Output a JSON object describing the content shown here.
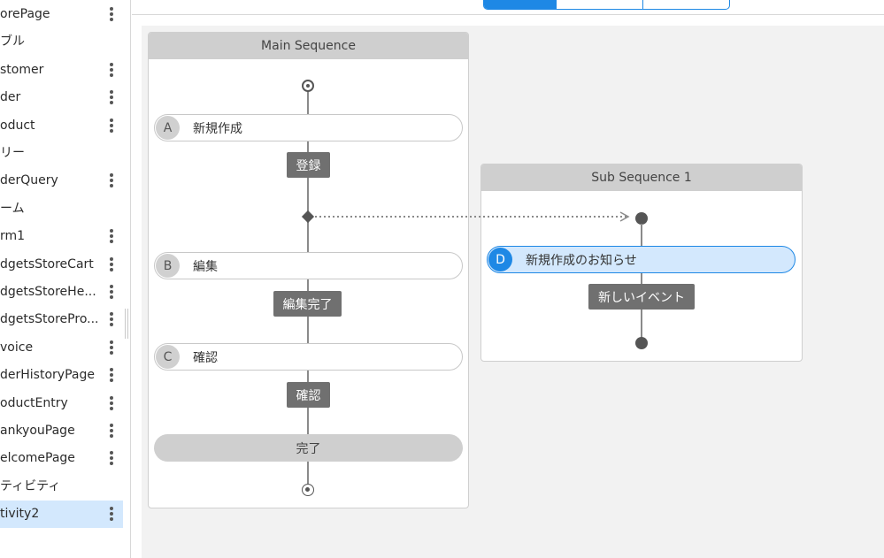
{
  "sidebar": {
    "items": [
      {
        "label": "orePage",
        "menu": true,
        "selected": false
      },
      {
        "label": "ブル",
        "menu": false,
        "selected": false
      },
      {
        "label": "stomer",
        "menu": true,
        "selected": false
      },
      {
        "label": "der",
        "menu": true,
        "selected": false
      },
      {
        "label": "oduct",
        "menu": true,
        "selected": false
      },
      {
        "label": "リー",
        "menu": false,
        "selected": false
      },
      {
        "label": "derQuery",
        "menu": true,
        "selected": false
      },
      {
        "label": "ーム",
        "menu": false,
        "selected": false
      },
      {
        "label": "rm1",
        "menu": true,
        "selected": false
      },
      {
        "label": "dgetsStoreCart",
        "menu": true,
        "selected": false
      },
      {
        "label": "dgetsStoreHe...",
        "menu": true,
        "selected": false
      },
      {
        "label": "dgetsStorePro...",
        "menu": true,
        "selected": false
      },
      {
        "label": "voice",
        "menu": true,
        "selected": false
      },
      {
        "label": "derHistoryPage",
        "menu": true,
        "selected": false
      },
      {
        "label": "oductEntry",
        "menu": true,
        "selected": false
      },
      {
        "label": "ankyouPage",
        "menu": true,
        "selected": false
      },
      {
        "label": "elcomePage",
        "menu": true,
        "selected": false
      },
      {
        "label": "ティビティ",
        "menu": false,
        "selected": false
      },
      {
        "label": "tivity2",
        "menu": true,
        "selected": true
      }
    ]
  },
  "main_sequence": {
    "title": "Main Sequence",
    "states": [
      {
        "letter": "A",
        "label": "新規作成"
      },
      {
        "letter": "B",
        "label": "編集"
      },
      {
        "letter": "C",
        "label": "確認"
      }
    ],
    "events": [
      "登録",
      "編集完了",
      "確認"
    ],
    "end_label": "完了"
  },
  "sub_sequence": {
    "title": "Sub Sequence 1",
    "state": {
      "letter": "D",
      "label": "新規作成のお知らせ"
    },
    "event": "新しいイベント"
  },
  "colors": {
    "accent": "#1e88e5",
    "selected_bg": "#d3e8fd",
    "event_bg": "#707070",
    "header_bg": "#cfcfcf",
    "canvas_bg": "#f2f2f2"
  }
}
